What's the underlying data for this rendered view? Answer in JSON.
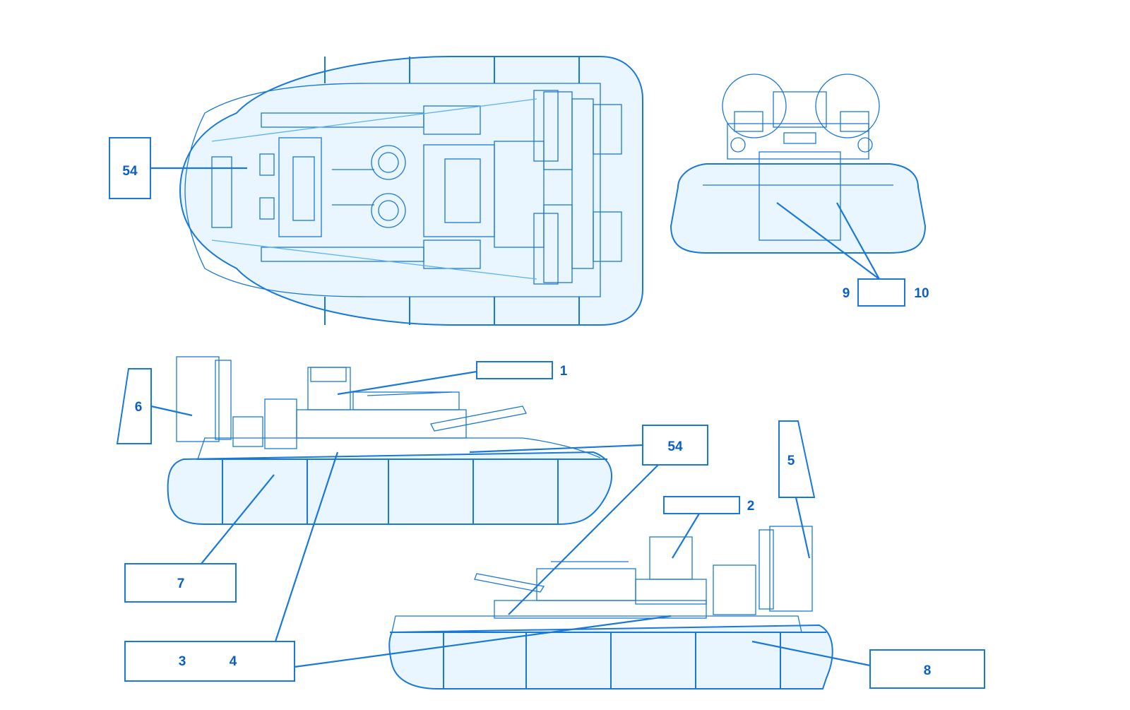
{
  "colors": {
    "ink": "#1a78d8",
    "ink_light": "#5ab4f0",
    "fill": "#e9f6ff",
    "label": "#0b5fc4"
  },
  "labels": {
    "top_54": "54",
    "front_9": "9",
    "front_10": "10",
    "side_1": "1",
    "side_6": "6",
    "side_54": "54",
    "side_7": "7",
    "side_34_a": "3",
    "side_34_b": "4",
    "side_5": "5",
    "side_2": "2",
    "side_8": "8"
  }
}
